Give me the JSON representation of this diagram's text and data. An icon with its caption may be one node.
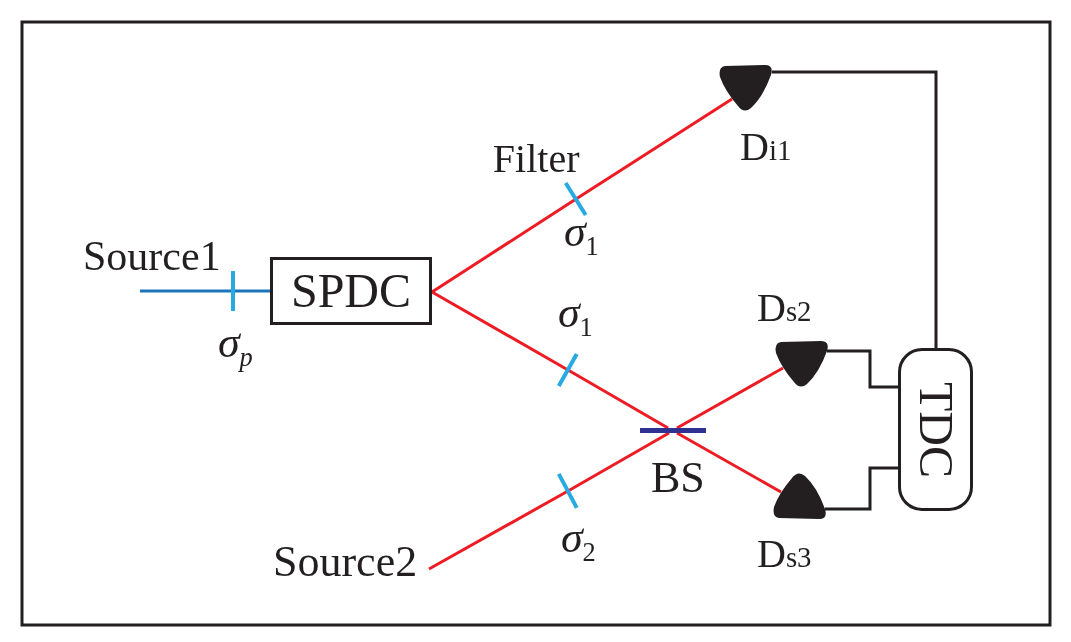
{
  "diagram": {
    "nodes": [
      {
        "text": [
          "Source1"
        ]
      },
      {
        "text": [],
        "shape": "bar",
        "beside": [
          "*σ$_{p}$*"
        ]
      },
      {
        "text": [
          "SPDC"
        ]
      },
      {
        "text": [],
        "shape": "bar",
        "beside": [
          "Filter",
          "*σ*$_{1}$"
        ]
      },
      {
        "text": [],
        "shape": "semicircle",
        "beside": [
          "D$_{i1}$"
        ]
      },
      {
        "text": [],
        "shape": "bar",
        "beside": [
          "*σ*$_{1}$"
        ]
      },
      {
        "text": [],
        "shape": "semicircle",
        "beside": [
          "D$_{s2}$"
        ]
      },
      {
        "text": [
          "TDC"
        ]
      },
      {
        "text": [],
        "shape": "bar",
        "beside": [
          "BS"
        ]
      },
      {
        "text": [],
        "shape": "semicircle",
        "beside": [
          "D$_{s3}$"
        ]
      },
      {
        "text": [],
        "shape": "bar",
        "beside": [
          "*σ*$_{2}$"
        ]
      },
      {
        "text": [
          "Source2"
        ]
      }
    ],
    "edges": [
      {
        "from": 0,
        "to": 1,
        "arrow": "none",
        "color": "#1c75bc"
      },
      {
        "from": 1,
        "to": 2,
        "arrow": "none",
        "color": "#1c75bc"
      },
      {
        "from": 2,
        "to": 3,
        "arrow": "none"
      },
      {
        "from": 3,
        "to": 4,
        "arrow": "none"
      },
      {
        "from": 2,
        "to": 5,
        "arrow": "none"
      },
      {
        "from": 5,
        "to": 8,
        "arrow": "none"
      },
      {
        "from": 8,
        "to": 9,
        "arrow": "none"
      },
      {
        "from": 11,
        "to": 10,
        "arrow": "none"
      },
      {
        "from": 10,
        "to": 8,
        "arrow": "none"
      },
      {
        "from": 8,
        "to": 6,
        "arrow": "none"
      },
      {
        "from": 4,
        "to": 7,
        "arrow": "none",
        "color": "#231f20"
      },
      {
        "from": 6,
        "to": 7,
        "arrow": "none",
        "color": "#231f20"
      },
      {
        "from": 9,
        "to": 7,
        "arrow": "none",
        "color": "#231f20"
      }
    ]
  }
}
